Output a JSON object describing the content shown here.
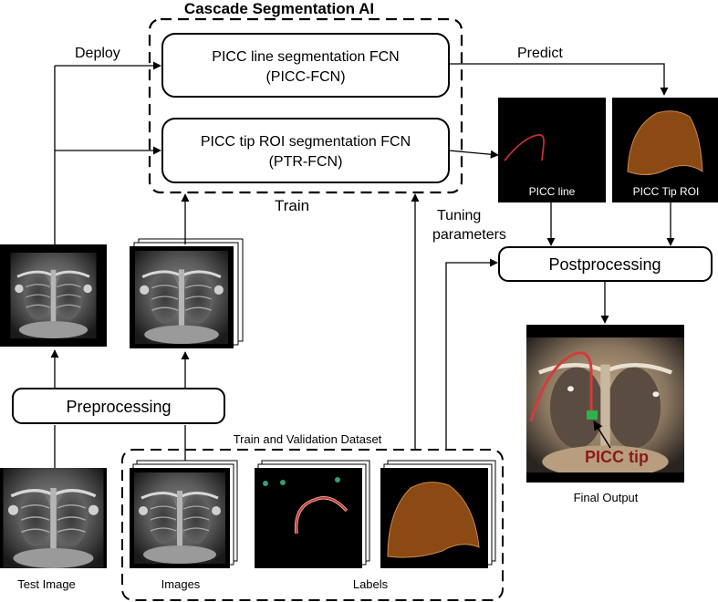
{
  "title": "Cascade Segmentation AI",
  "boxes": {
    "picc_fcn": {
      "line1": "PICC line segmentation FCN",
      "line2": "(PICC-FCN)"
    },
    "ptr_fcn": {
      "line1": "PICC tip ROI segmentation FCN",
      "line2": "(PTR-FCN)"
    },
    "preprocessing": "Preprocessing",
    "postprocessing": "Postprocessing"
  },
  "labels": {
    "deploy": "Deploy",
    "predict": "Predict",
    "train": "Train",
    "tuning_line1": "Tuning",
    "tuning_line2": "parameters",
    "dataset": "Train and Validation Dataset",
    "test_image": "Test Image",
    "images": "Images",
    "labels": "Labels",
    "final_output": "Final Output",
    "picc_line": "PICC line",
    "picc_tip_roi": "PICC Tip ROI",
    "picc_tip": "PICC tip"
  },
  "colors": {
    "roi_fill": "#8B4A14",
    "tip_text": "#8B1A1A",
    "picc_red": "#d23c3c"
  }
}
